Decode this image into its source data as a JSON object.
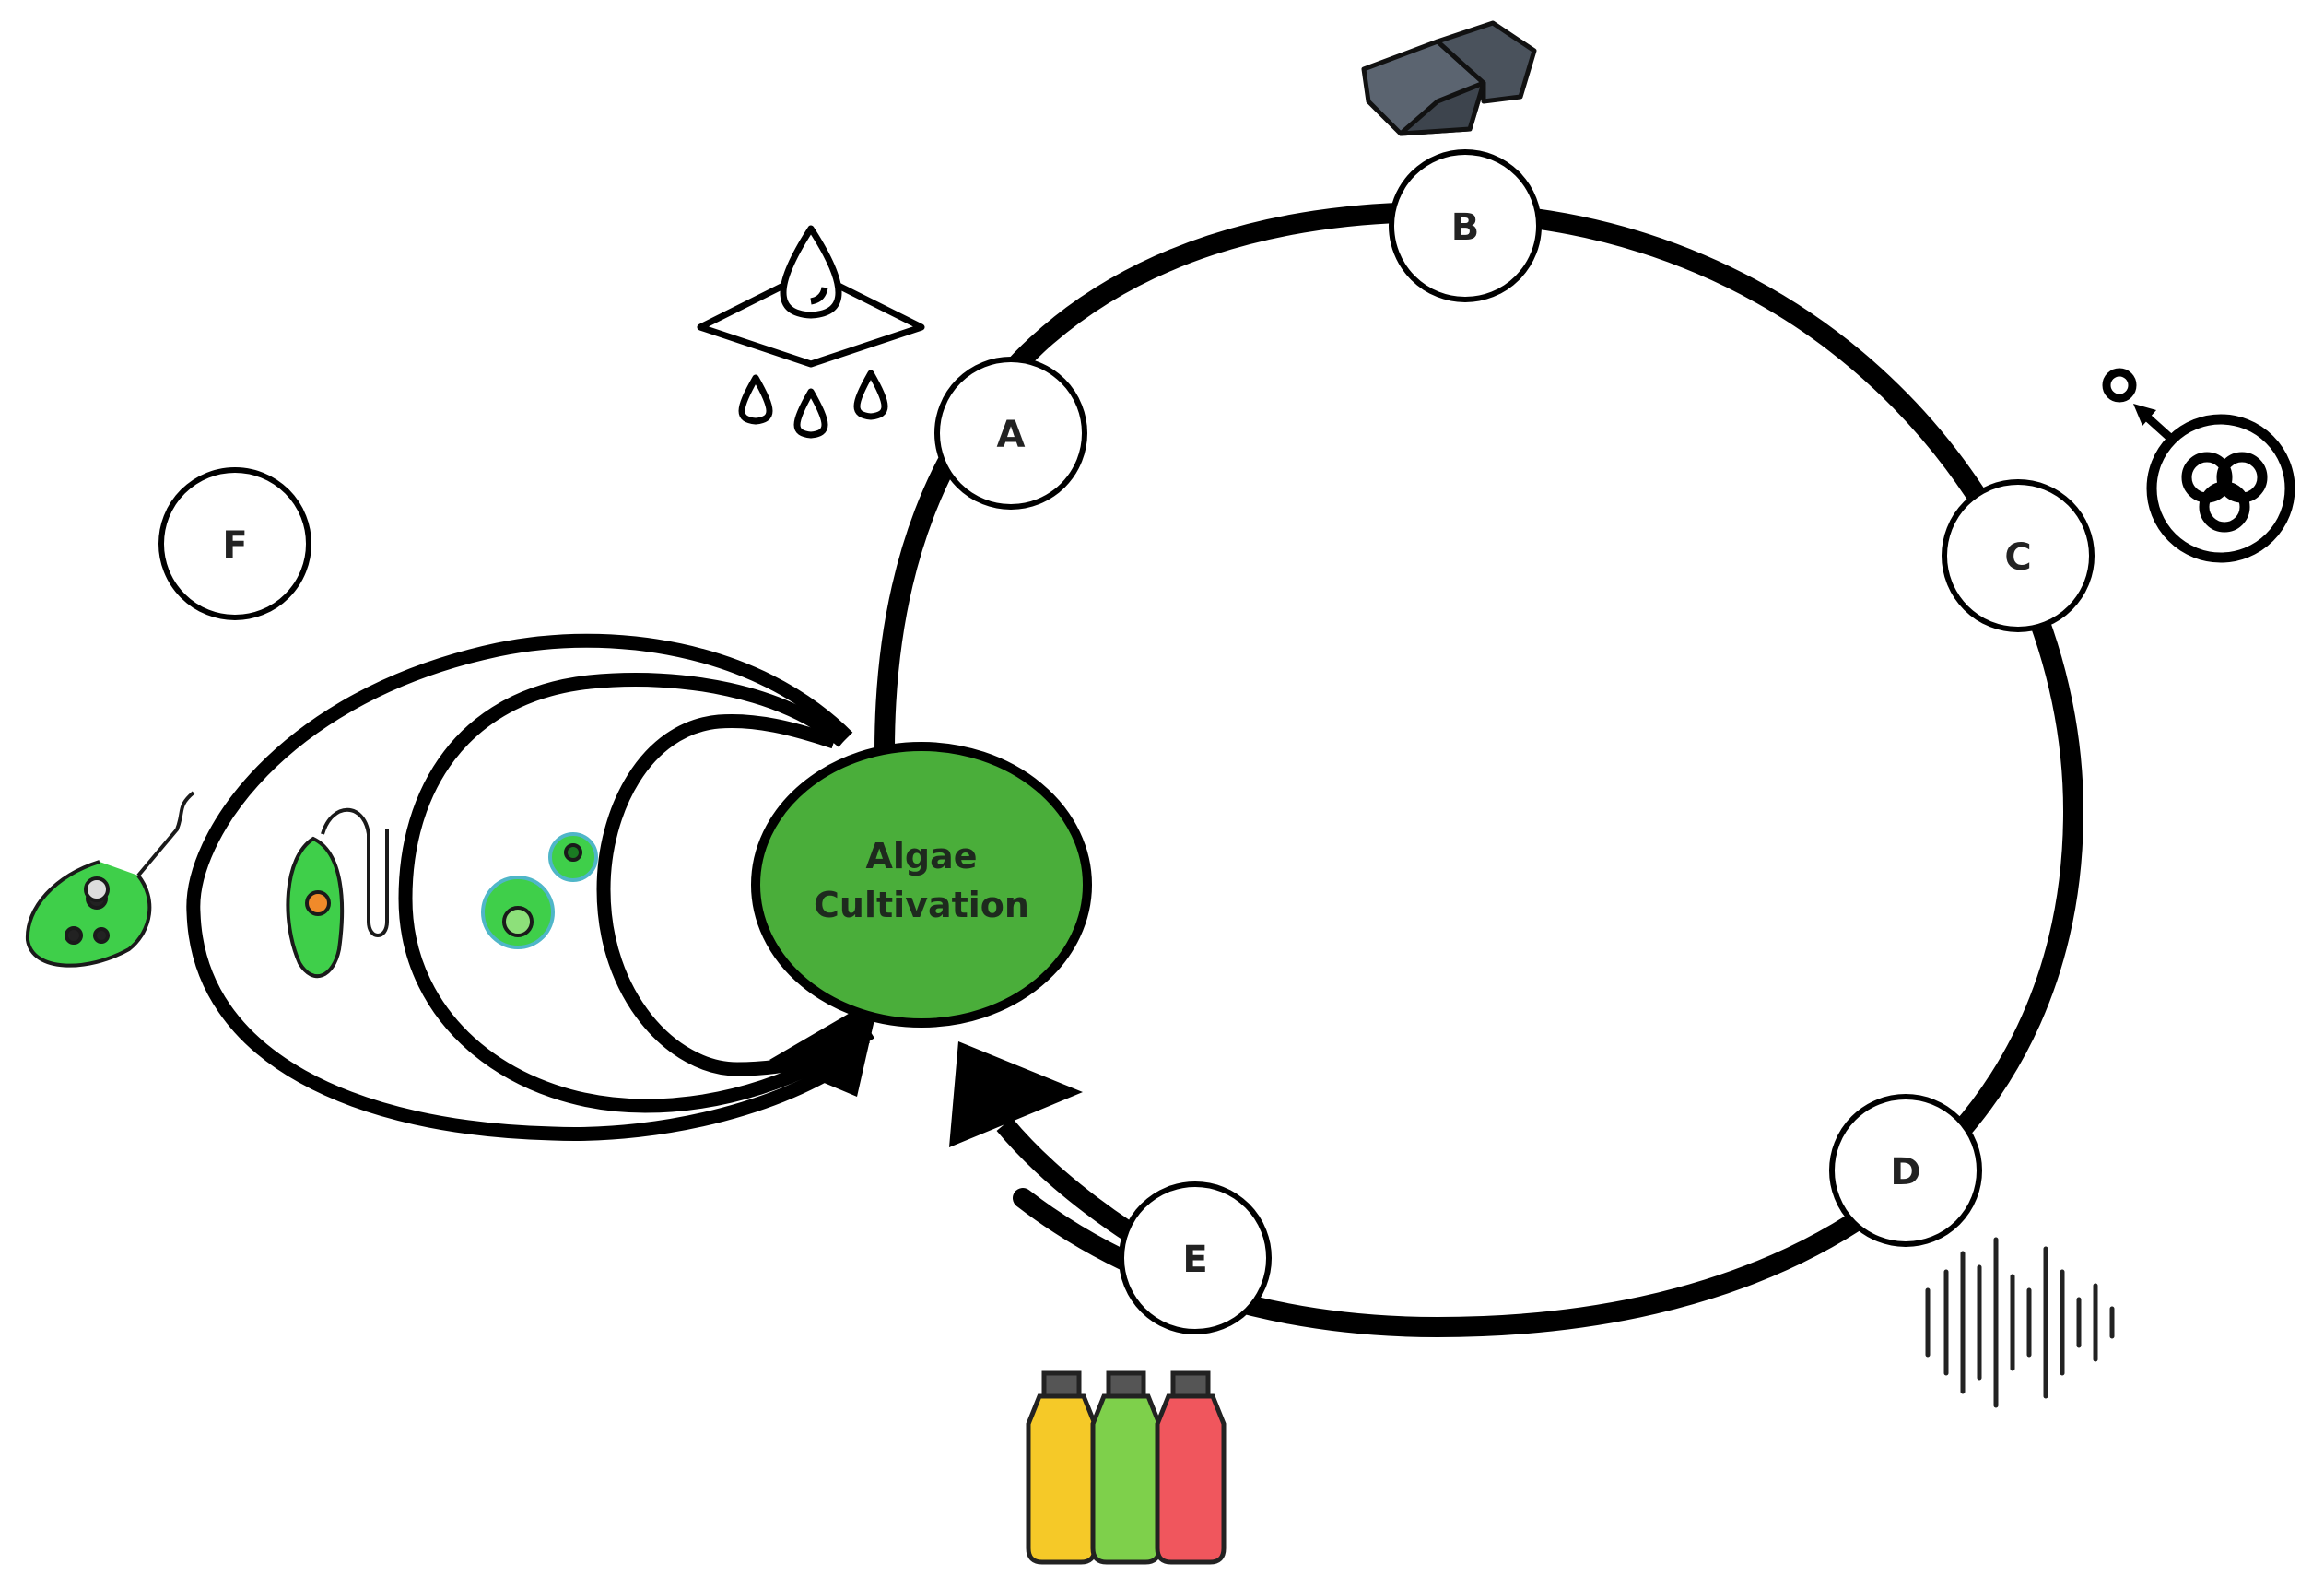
{
  "center": {
    "line1": "Algae",
    "line2": "Cultivation",
    "color": "#4aae3a"
  },
  "nodes": {
    "a": "A",
    "b": "B",
    "c": "C",
    "d": "D",
    "e": "E",
    "f": "F"
  },
  "icons": {
    "a": "filtration-droplet-icon",
    "b": "mineral-rocks-icon",
    "c": "molecule-extraction-icon",
    "d": "sound-wave-icon",
    "e": "juice-bottles-icon",
    "f": "microalgae-cells-icon"
  },
  "colors": {
    "bottle_yellow": "#f5c928",
    "bottle_green": "#7ed04b",
    "bottle_red": "#f0565d",
    "cell_green": "#3fcf4a",
    "rock_gray": "#5b6470"
  }
}
